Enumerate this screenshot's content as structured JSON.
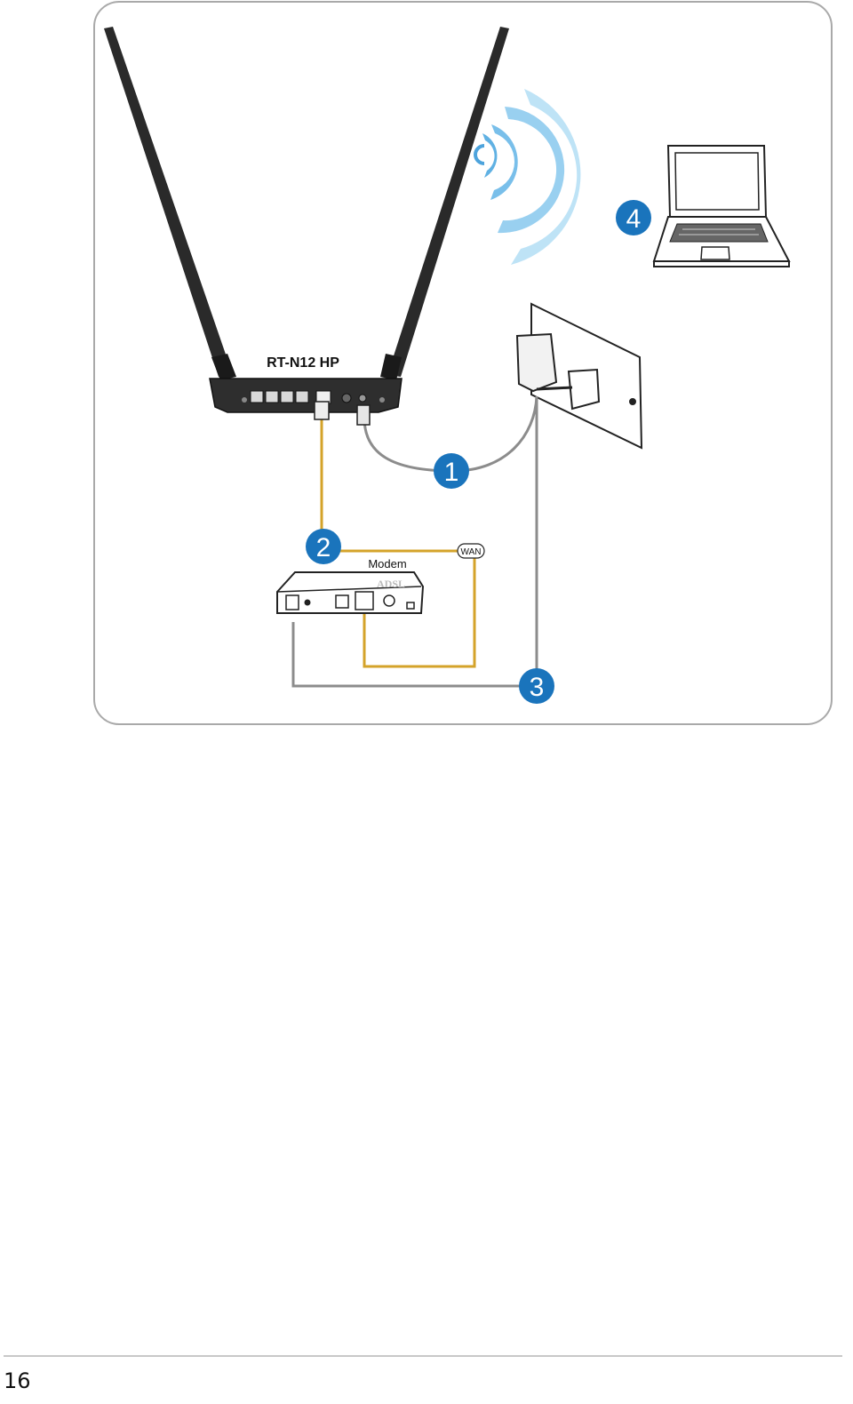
{
  "diagram": {
    "router_label": "RT-N12 HP",
    "modem_label": "Modem",
    "modem_brand": "ADSL",
    "wan_label": "WAN",
    "steps": [
      "1",
      "2",
      "3",
      "4"
    ],
    "colors": {
      "callout": "#1a74bc",
      "ethernet_cable": "#d4a32a",
      "power_cable": "#8c8c8c",
      "wifi_waves": "#7ec4ee",
      "router_body": "#2e2e2e",
      "frame_border": "#a9a9a9"
    },
    "icons": [
      "router-icon",
      "modem-icon",
      "laptop-icon",
      "wall-outlet-icon",
      "power-adapter-icon",
      "wifi-waves-icon"
    ]
  },
  "footer": {
    "page_number": "16"
  }
}
